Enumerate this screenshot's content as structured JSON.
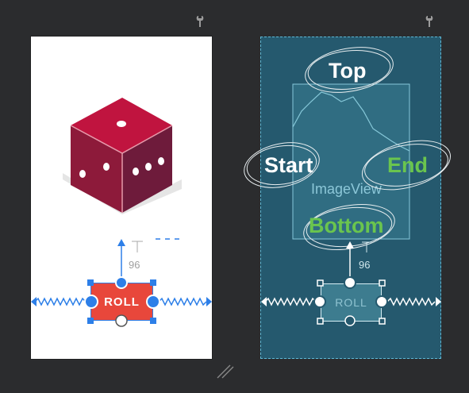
{
  "left_preview": {
    "button_label": "ROLL",
    "margin_value": "96"
  },
  "right_blueprint": {
    "button_label": "ROLL",
    "margin_value": "96",
    "image_view_label": "ImageView",
    "constraint_labels": {
      "top": "Top",
      "start": "Start",
      "end": "End",
      "bottom": "Bottom"
    }
  },
  "colors": {
    "background": "#2b2c2e",
    "blueprint": "#25596e",
    "accent_blue": "#2d7fe8",
    "roll_red": "#e8473b",
    "label_green": "#6ac54e",
    "dice_red": "#b3163c"
  },
  "icons": [
    "wrench-icon",
    "wrench-icon",
    "resize-handle-icon",
    "dice-image"
  ]
}
